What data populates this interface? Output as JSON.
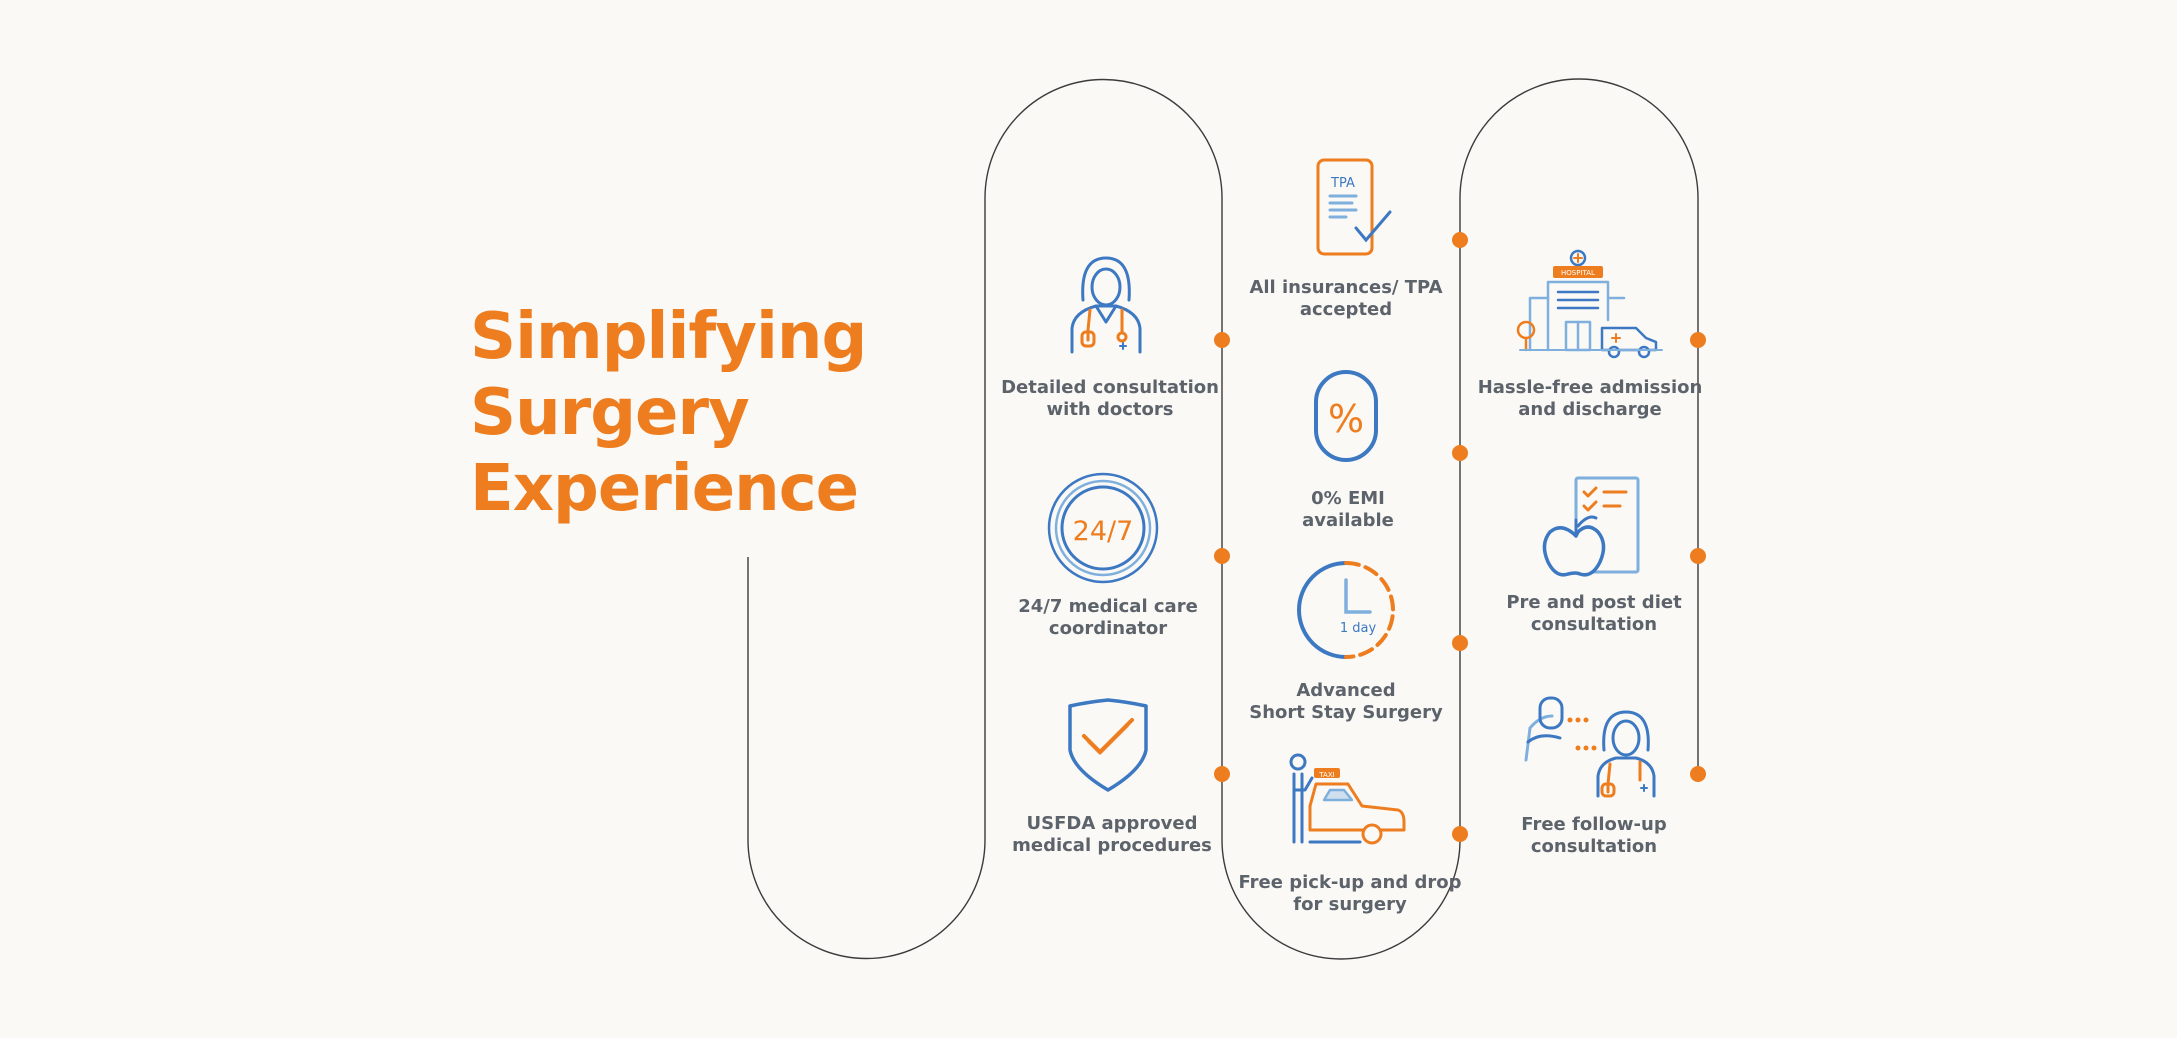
{
  "title": {
    "line1": "Simplifying",
    "line2": "Surgery",
    "line3": "Experience"
  },
  "colors": {
    "accent": "#ee7d1f",
    "icon_blue": "#3d78c2",
    "icon_light_blue": "#7fb0dd",
    "text": "#5d636b",
    "line": "#3b3b3b",
    "background": "#faf9f6"
  },
  "features": [
    {
      "icon": "doctor-icon",
      "line1": "Detailed consultation",
      "line2": "with doctors"
    },
    {
      "icon": "clock-24-7-icon",
      "icon_text": "24/7",
      "line1": "24/7 medical care",
      "line2": "coordinator"
    },
    {
      "icon": "shield-check-icon",
      "line1": "USFDA approved",
      "line2": "medical procedures"
    },
    {
      "icon": "tpa-document-icon",
      "icon_text": "TPA",
      "line1": "All insurances/ TPA",
      "line2": "accepted"
    },
    {
      "icon": "percent-icon",
      "icon_text": "%",
      "line1": "0% EMI",
      "line2": "available"
    },
    {
      "icon": "one-day-clock-icon",
      "icon_text": "1 day",
      "line1": "Advanced",
      "line2": "Short Stay Surgery"
    },
    {
      "icon": "taxi-icon",
      "icon_text": "TAXI",
      "line1": "Free pick-up and drop",
      "line2": "for surgery"
    },
    {
      "icon": "hospital-icon",
      "icon_text": "HOSPITAL",
      "line1": "Hassle-free admission",
      "line2": "and discharge"
    },
    {
      "icon": "diet-checklist-icon",
      "line1": "Pre and post diet",
      "line2": "consultation"
    },
    {
      "icon": "follow-up-icon",
      "line1": "Free follow-up",
      "line2": "consultation"
    }
  ]
}
